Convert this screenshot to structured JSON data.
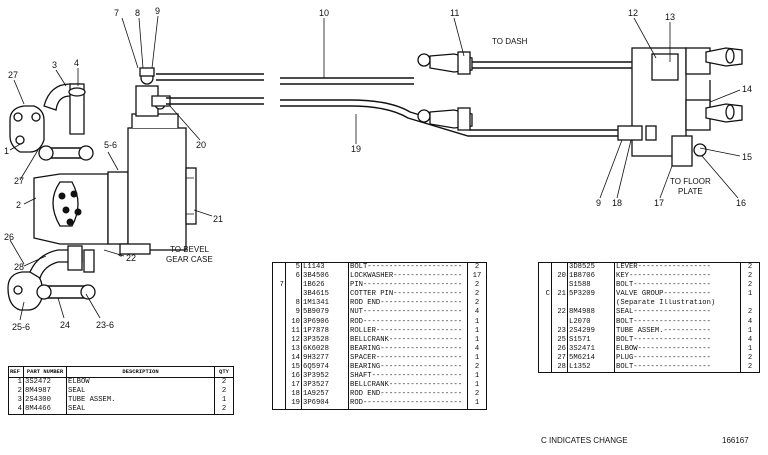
{
  "diagram": {
    "callouts": [
      "1",
      "2",
      "3",
      "4",
      "5-6",
      "7",
      "8",
      "9",
      "10",
      "11",
      "12",
      "13",
      "14",
      "15",
      "16",
      "17",
      "18",
      "9",
      "19",
      "20",
      "21",
      "22",
      "23-6",
      "24",
      "25-6",
      "26",
      "27",
      "27",
      "28"
    ],
    "notes": {
      "to_dash": "TO DASH",
      "to_bevel": "TO BEVEL",
      "gear_case": "GEAR CASE",
      "to_floor": "TO FLOOR",
      "plate": "PLATE"
    }
  },
  "table_left": {
    "headers": [
      "REF NO",
      "PART NUMBER",
      "DESCRIPTION",
      "QTY"
    ],
    "rows": [
      {
        "no": "1",
        "part": "3S2472",
        "desc": "ELBOW",
        "qty": "2"
      },
      {
        "no": "2",
        "part": "8M4987",
        "desc": "SEAL",
        "qty": "2"
      },
      {
        "no": "3",
        "part": "2S4300",
        "desc": "TUBE ASSEM.",
        "qty": "1"
      },
      {
        "no": "4",
        "part": "8M4466",
        "desc": "SEAL",
        "qty": "2"
      }
    ]
  },
  "table_mid": {
    "rows": [
      {
        "grp": "",
        "no": "5",
        "part": "L1143",
        "desc": "BOLT",
        "qty": "2"
      },
      {
        "grp": "",
        "no": "6",
        "part": "3B4506",
        "desc": "LOCKWASHER",
        "qty": "17"
      },
      {
        "grp": "7",
        "no": "",
        "part": "1B626",
        "desc": "PIN",
        "qty": "2"
      },
      {
        "grp": "",
        "no": "",
        "part": "3B4615",
        "desc": "COTTER PIN",
        "qty": "2"
      },
      {
        "grp": "",
        "no": "8",
        "part": "1M1341",
        "desc": "ROD END",
        "qty": "2"
      },
      {
        "grp": "",
        "no": "9",
        "part": "5B9079",
        "desc": "NUT",
        "qty": "4"
      },
      {
        "grp": "",
        "no": "10",
        "part": "3P6906",
        "desc": "ROD",
        "qty": "1"
      },
      {
        "grp": "",
        "no": "11",
        "part": "1P7878",
        "desc": "ROLLER",
        "qty": "1"
      },
      {
        "grp": "",
        "no": "12",
        "part": "3P3528",
        "desc": "BELLCRANK",
        "qty": "1"
      },
      {
        "grp": "",
        "no": "13",
        "part": "6K6028",
        "desc": "BEARING",
        "qty": "4"
      },
      {
        "grp": "",
        "no": "14",
        "part": "9H3277",
        "desc": "SPACER",
        "qty": "1"
      },
      {
        "grp": "",
        "no": "15",
        "part": "6Q5974",
        "desc": "BEARING",
        "qty": "2"
      },
      {
        "grp": "",
        "no": "16",
        "part": "3P3952",
        "desc": "SHAFT",
        "qty": "1"
      },
      {
        "grp": "",
        "no": "17",
        "part": "3P3527",
        "desc": "BELLCRANK",
        "qty": "1"
      },
      {
        "grp": "",
        "no": "18",
        "part": "1A9257",
        "desc": "ROD END",
        "qty": "2"
      },
      {
        "grp": "",
        "no": "19",
        "part": "3P6904",
        "desc": "ROD",
        "qty": "1"
      }
    ]
  },
  "table_right": {
    "rows": [
      {
        "grp": "",
        "no": "",
        "part": "3D8525",
        "desc": "LEVER",
        "qty": "2"
      },
      {
        "grp": "",
        "no": "20",
        "part": "1B8706",
        "desc": "KEY",
        "qty": "2"
      },
      {
        "grp": "",
        "no": "",
        "part": "S1588",
        "desc": "BOLT",
        "qty": "2"
      },
      {
        "grp": "C",
        "no": "21",
        "part": "5P3209",
        "desc": "VALVE GROUP",
        "qty": "1"
      },
      {
        "grp": "",
        "no": "",
        "part": "",
        "desc": "(Separate Illustration)",
        "qty": ""
      },
      {
        "grp": "",
        "no": "22",
        "part": "8M4988",
        "desc": "SEAL",
        "qty": "2"
      },
      {
        "grp": "",
        "no": "",
        "part": "L2070",
        "desc": "BOLT",
        "qty": "4"
      },
      {
        "grp": "",
        "no": "23",
        "part": "2S4299",
        "desc": "TUBE ASSEM.",
        "qty": "1"
      },
      {
        "grp": "",
        "no": "25",
        "part": "S1571",
        "desc": "BOLT",
        "qty": "4"
      },
      {
        "grp": "",
        "no": "26",
        "part": "3S2471",
        "desc": "ELBOW",
        "qty": "1"
      },
      {
        "grp": "",
        "no": "27",
        "part": "5M6214",
        "desc": "PLUG",
        "qty": "2"
      },
      {
        "grp": "",
        "no": "28",
        "part": "L1352",
        "desc": "BOLT",
        "qty": "2"
      }
    ]
  },
  "footer": {
    "note": "C INDICATES CHANGE",
    "figure_number": "166167"
  }
}
